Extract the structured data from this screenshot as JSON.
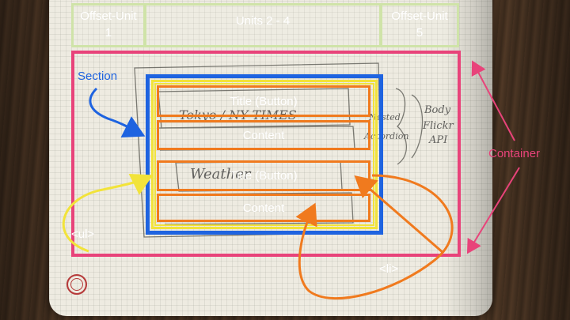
{
  "grid": {
    "offset_unit_left": "Offset-Unit\n1",
    "units_middle": "Units 2 - 4",
    "offset_unit_right": "Offset-Unit\n5"
  },
  "labels": {
    "section": "Section",
    "container": "Container",
    "ul": "<ul>",
    "li": "<li>"
  },
  "items": [
    {
      "title": "Title (Button)",
      "content": "Content"
    },
    {
      "title": "Title (Button)",
      "content": "Content"
    }
  ],
  "handwriting": {
    "first_title": "Tokyo / NY TIMES",
    "second_title": "Weather",
    "nested": "Nested",
    "accordion": "Accordion",
    "body": "Body",
    "flickr": "Flickr",
    "api": "API"
  },
  "colors": {
    "grid": "#cfe3a8",
    "container": "#e8437a",
    "section": "#1e63e0",
    "ul": "#f2e33a",
    "li": "#f07a1e"
  }
}
